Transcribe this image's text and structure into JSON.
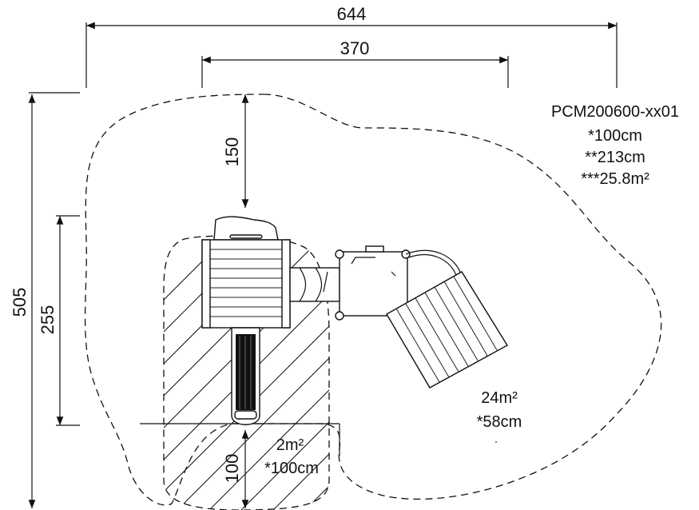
{
  "dimensions": {
    "overall_width": "644",
    "inner_width": "370",
    "overall_depth": "505",
    "platform_depth": "255",
    "top_clearance": "150",
    "bottom_clearance": "100"
  },
  "product": {
    "code": "PCM200600-xx01",
    "line1": "*100cm",
    "line2": "**213cm",
    "line3": "***25.8m²"
  },
  "zones": {
    "main_area": "24m²",
    "main_height": "*58cm",
    "slide_area": "2m²",
    "slide_height": "*100cm"
  }
}
